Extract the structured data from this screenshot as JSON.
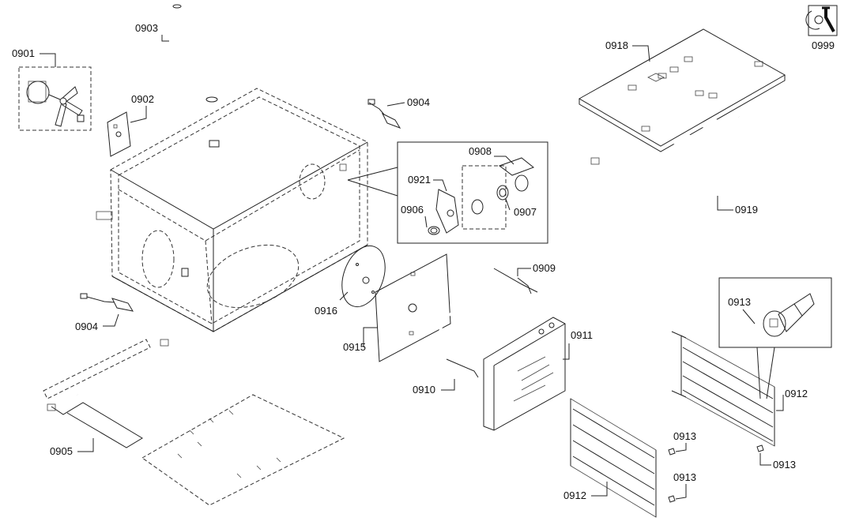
{
  "labels": {
    "p0901": "0901",
    "p0902": "0902",
    "p0903": "0903",
    "p0904a": "0904",
    "p0904b": "0904",
    "p0905": "0905",
    "p0906": "0906",
    "p0907": "0907",
    "p0908": "0908",
    "p0909": "0909",
    "p0910": "0910",
    "p0911": "0911",
    "p0912a": "0912",
    "p0912b": "0912",
    "p0913a": "0913",
    "p0913b": "0913",
    "p0913c": "0913",
    "p0913d": "0913",
    "p0915": "0915",
    "p0916": "0916",
    "p0918": "0918",
    "p0919": "0919",
    "p0921": "0921",
    "p0999": "0999"
  },
  "icons": {
    "tools": "tools-icon"
  }
}
